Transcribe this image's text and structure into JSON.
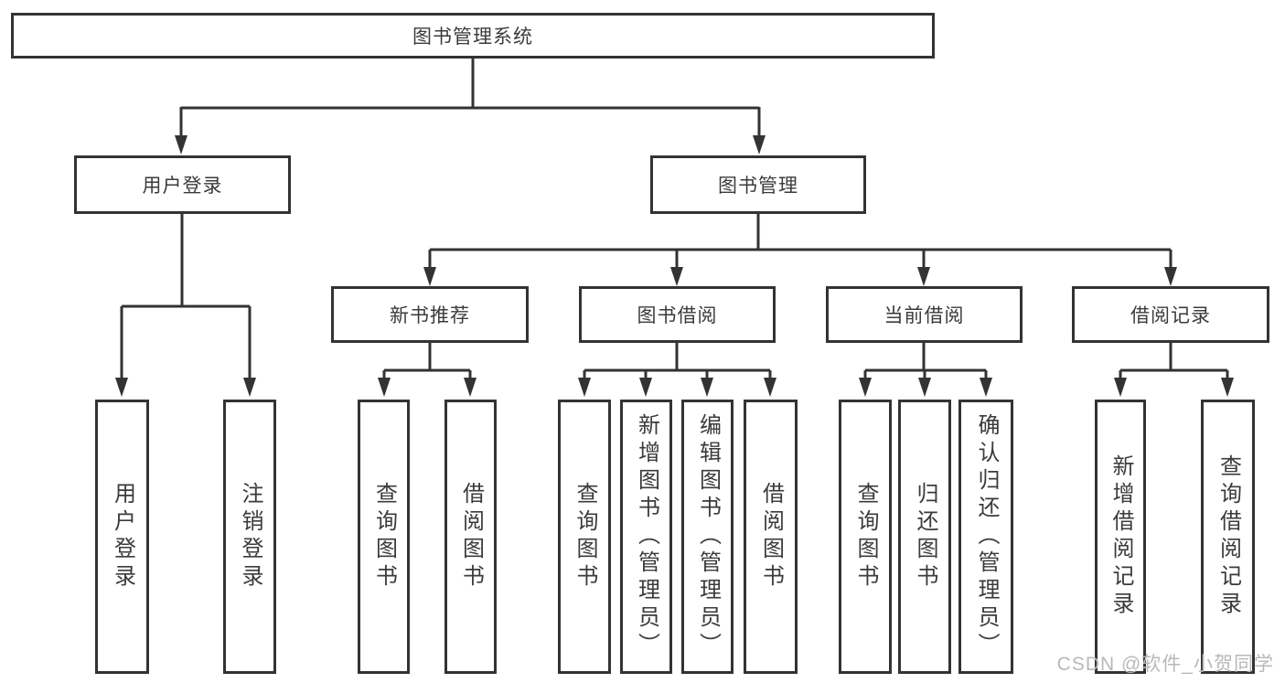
{
  "diagram": {
    "title": "图书管理系统",
    "level2": [
      {
        "label": "用户登录"
      },
      {
        "label": "图书管理"
      }
    ],
    "level3": [
      {
        "label": "新书推荐",
        "parent": "图书管理"
      },
      {
        "label": "图书借阅",
        "parent": "图书管理"
      },
      {
        "label": "当前借阅",
        "parent": "图书管理"
      },
      {
        "label": "借阅记录",
        "parent": "图书管理"
      }
    ],
    "leaves": [
      {
        "label": "用户登录",
        "parent": "用户登录"
      },
      {
        "label": "注销登录",
        "parent": "用户登录"
      },
      {
        "label": "查询图书",
        "parent": "新书推荐"
      },
      {
        "label": "借阅图书",
        "parent": "新书推荐"
      },
      {
        "label": "查询图书",
        "parent": "图书借阅"
      },
      {
        "label": "新增图书（管理员）",
        "parent": "图书借阅"
      },
      {
        "label": "编辑图书（管理员）",
        "parent": "图书借阅"
      },
      {
        "label": "借阅图书",
        "parent": "图书借阅"
      },
      {
        "label": "查询图书",
        "parent": "当前借阅"
      },
      {
        "label": "归还图书",
        "parent": "当前借阅"
      },
      {
        "label": "确认归还（管理员）",
        "parent": "当前借阅"
      },
      {
        "label": "新增借阅记录",
        "parent": "借阅记录"
      },
      {
        "label": "查询借阅记录",
        "parent": "借阅记录"
      }
    ]
  },
  "watermark": "CSDN @软件_小贺同学",
  "colors": {
    "line": "#333333",
    "box_border": "#333333",
    "box_bg": "#ffffff",
    "text": "#3b3b3b",
    "watermark": "#b9b9b9"
  }
}
